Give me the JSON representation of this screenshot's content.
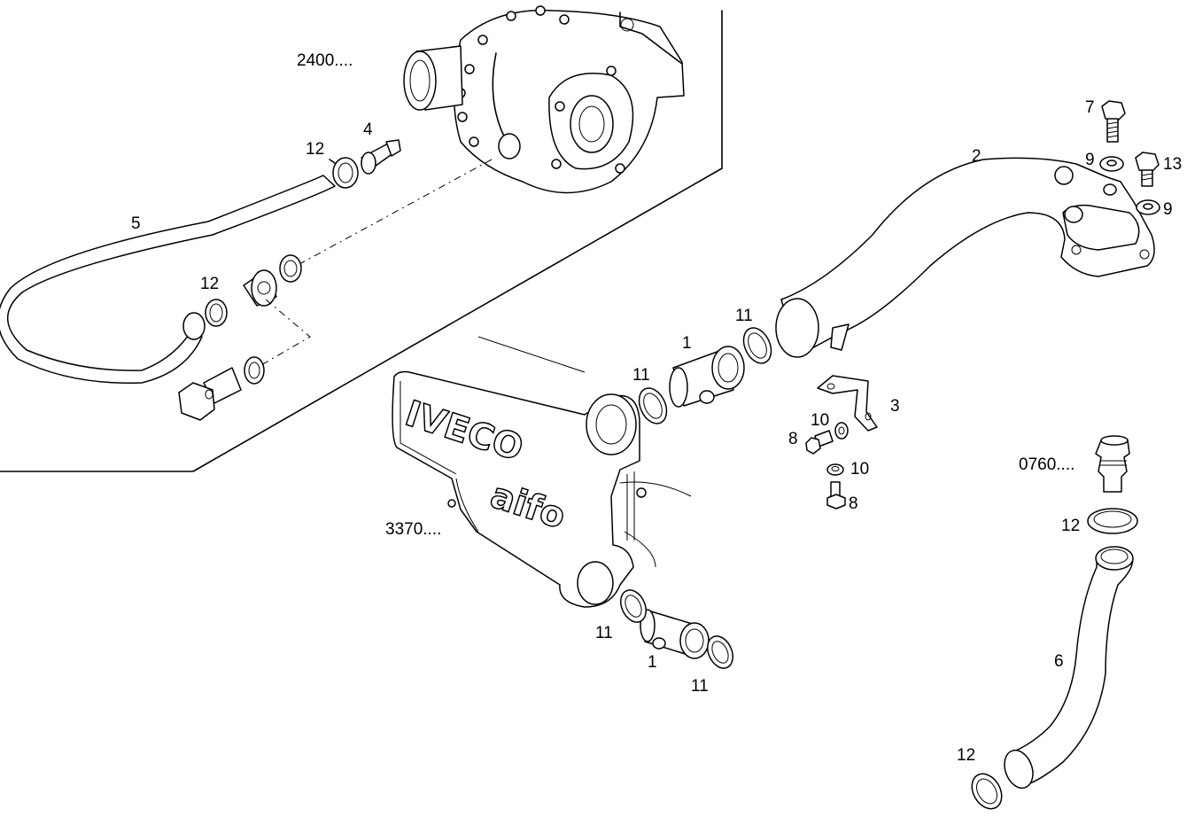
{
  "brand": {
    "line1": "IVECO",
    "line2": "aifo"
  },
  "labels": {
    "ref_2400": "2400....",
    "ref_3370": "3370....",
    "ref_0760": "0760....",
    "p4": "4",
    "p12a": "12",
    "p5": "5",
    "p12b": "12",
    "p2": "2",
    "p7": "7",
    "p9a": "9",
    "p13": "13",
    "p9b": "9",
    "p11a": "11",
    "p1a": "1",
    "p11b": "11",
    "p3": "3",
    "p10a": "10",
    "p8a": "8",
    "p10b": "10",
    "p8b": "8",
    "p12c": "12",
    "p6": "6",
    "p11c": "11",
    "p1b": "1",
    "p11d": "11",
    "p12d": "12"
  }
}
